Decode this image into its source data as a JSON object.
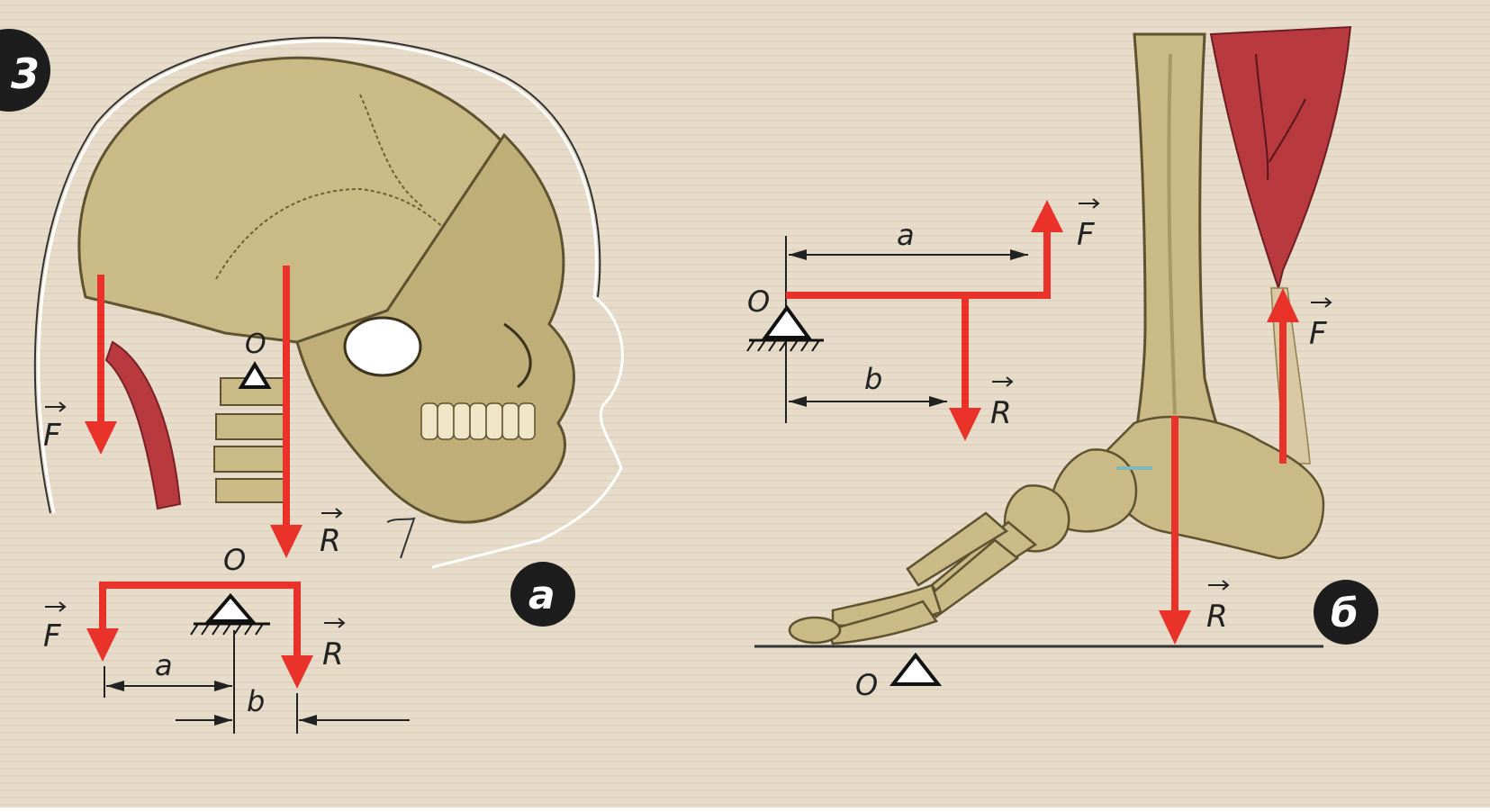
{
  "figure": {
    "number": "3",
    "colors": {
      "background": "#e6dcc9",
      "arrow": "#e8322a",
      "bone": "#c9ba86",
      "bone_shade": "#8f7f4c",
      "muscle": "#b83a3f",
      "ink": "#2a2a2a",
      "badge": "#1d1d1d"
    },
    "panel_a": {
      "badge": "а",
      "skull_labels": {
        "pivot": "O",
        "force": "F",
        "reaction": "R"
      },
      "lever_labels": {
        "pivot": "O",
        "force": "F",
        "reaction": "R",
        "arm_a": "a",
        "arm_b": "b"
      }
    },
    "panel_b": {
      "badge": "б",
      "lever_labels": {
        "pivot": "O",
        "force": "F",
        "reaction": "R",
        "arm_a": "a",
        "arm_b": "b"
      },
      "foot_labels": {
        "pivot": "O",
        "force": "F",
        "reaction": "R"
      }
    }
  }
}
